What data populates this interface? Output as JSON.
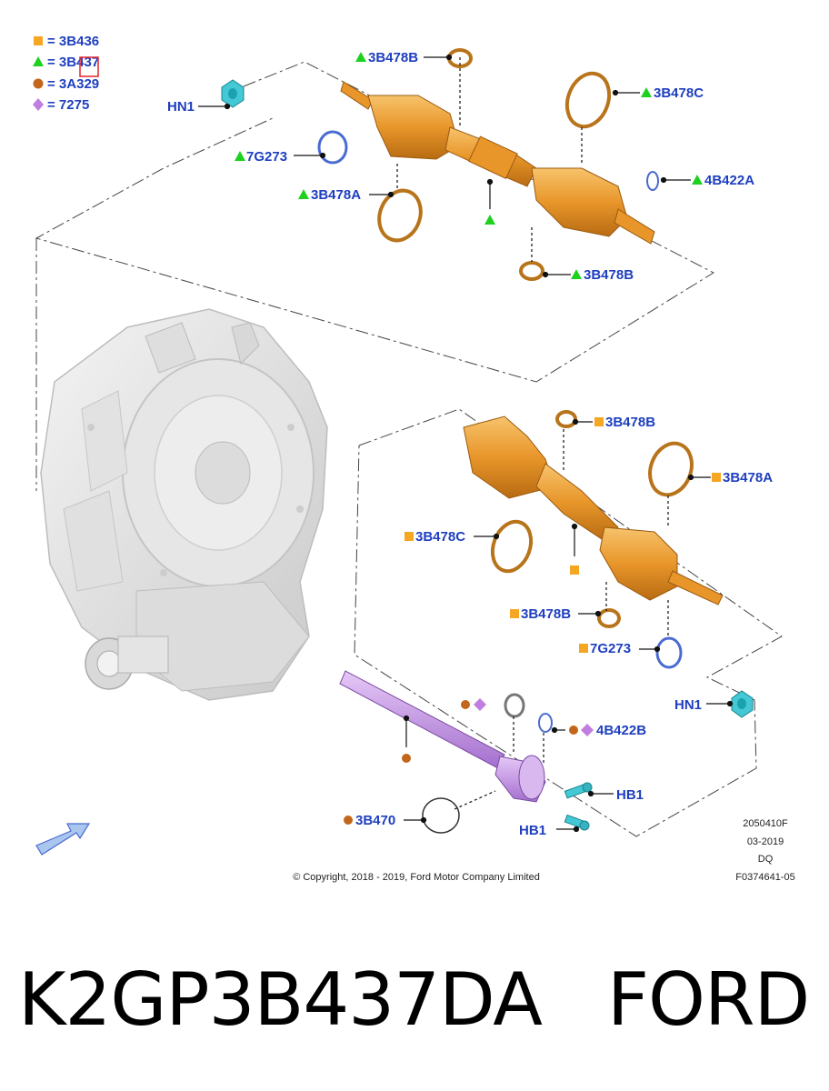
{
  "legend": [
    {
      "symbol": "square",
      "color": "#f5a623",
      "text": "= 3B436"
    },
    {
      "symbol": "triangle",
      "color": "#1fd11f",
      "text": "= 3B437"
    },
    {
      "symbol": "circle",
      "color": "#c2661b",
      "text": "= 3A329"
    },
    {
      "symbol": "diamond",
      "color": "#c07fe0",
      "text": "= 7275"
    }
  ],
  "labels": {
    "hn1_top": "HN1",
    "tri_3b478b_top": "3B478B",
    "tri_3b478c": "3B478C",
    "tri_7g273": "7G273",
    "tri_4b422a": "4B422A",
    "tri_3b478a": "3B478A",
    "tri_3b478b_bottom": "3B478B",
    "sq_3b478b_top": "3B478B",
    "sq_3b478a": "3B478A",
    "sq_3b478c": "3B478C",
    "sq_3b478b_bottom": "3B478B",
    "sq_7g273": "7G273",
    "hn1_bottom": "HN1",
    "ci_4b422b": "4B422B",
    "hb1_right": "HB1",
    "ci_3b470": "3B470",
    "hb1_left": "HB1"
  },
  "meta": {
    "line1": "2050410F",
    "line2": "03-2019",
    "line3": "DQ",
    "line4": "F0374641-05"
  },
  "copyright": "© Copyright, 2018 - 2019, Ford Motor Company Limited",
  "caption": {
    "part_number": "K2GP3B437DA",
    "brand": "FORD"
  },
  "colors": {
    "label_blue": "#1f3fbf",
    "shaft_orange": "#e59a2c",
    "intermediate_purple": "#c79be6",
    "nut_cyan": "#3ec9d6",
    "highlight_red": "#e0242a"
  }
}
